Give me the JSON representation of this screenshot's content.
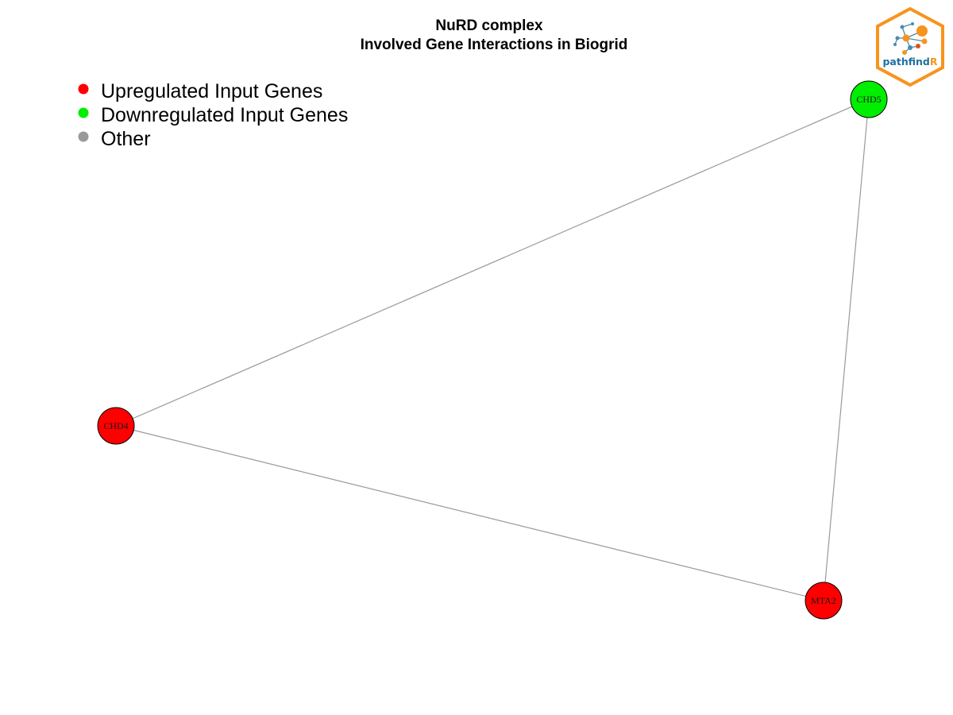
{
  "title": {
    "line1": "NuRD complex",
    "line2": "Involved Gene Interactions in Biogrid"
  },
  "legend": [
    {
      "label": "Upregulated Input Genes",
      "color": "#ff0000"
    },
    {
      "label": "Downregulated Input Genes",
      "color": "#00ee00"
    },
    {
      "label": "Other",
      "color": "#999999"
    }
  ],
  "network": {
    "edge_color": "#999999",
    "nodes": [
      {
        "id": "CHD4",
        "label": "CHD4",
        "group": "Upregulated Input Genes",
        "color": "#ff0000"
      },
      {
        "id": "CHD5",
        "label": "CHD5",
        "group": "Downregulated Input Genes",
        "color": "#00ee00"
      },
      {
        "id": "MTA2",
        "label": "MTA2",
        "group": "Upregulated Input Genes",
        "color": "#ff0000"
      }
    ],
    "edges": [
      {
        "source": "CHD4",
        "target": "CHD5"
      },
      {
        "source": "CHD5",
        "target": "MTA2"
      },
      {
        "source": "CHD4",
        "target": "MTA2"
      }
    ]
  },
  "logo": {
    "text_main": "pathfind",
    "text_accent": "R",
    "frame_color": "#f7941d",
    "text_color": "#1f6f9f",
    "accent_color": "#f7941d"
  }
}
